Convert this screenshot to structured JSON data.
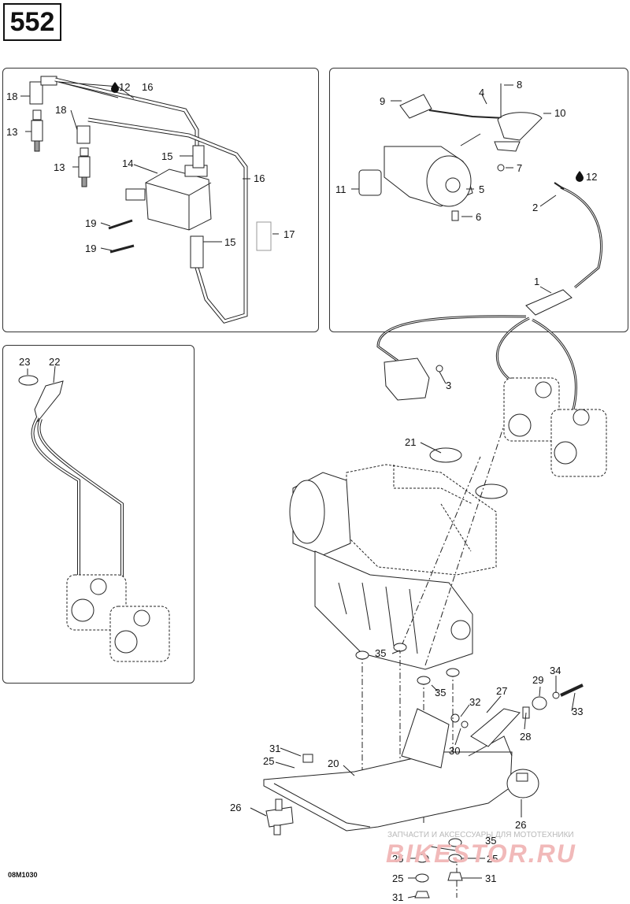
{
  "page": {
    "number": "552",
    "figure_code": "08M1030"
  },
  "watermark": {
    "line": "ЗАПЧАСТИ И АКСЕССУАРЫ ДЛЯ МОТОТЕХНИКИ",
    "logo": "BIKESTOR.RU"
  },
  "icons": {
    "lubricate": "oil-drop-icon"
  },
  "callouts": {
    "ignition": [
      {
        "label": "18"
      },
      {
        "label": "12"
      },
      {
        "label": "16"
      },
      {
        "label": "13"
      },
      {
        "label": "18"
      },
      {
        "label": "15"
      },
      {
        "label": "13"
      },
      {
        "label": "14"
      },
      {
        "label": "16"
      },
      {
        "label": "19"
      },
      {
        "label": "17"
      },
      {
        "label": "15"
      },
      {
        "label": "19"
      }
    ],
    "throttle": [
      {
        "label": "8"
      },
      {
        "label": "9"
      },
      {
        "label": "4"
      },
      {
        "label": "10"
      },
      {
        "label": "7"
      },
      {
        "label": "11"
      },
      {
        "label": "5"
      },
      {
        "label": "12"
      },
      {
        "label": "2"
      },
      {
        "label": "6"
      }
    ],
    "oil_pump": [
      {
        "label": "23"
      },
      {
        "label": "22"
      }
    ],
    "engine": [
      {
        "label": "1"
      },
      {
        "label": "3"
      },
      {
        "label": "21"
      },
      {
        "label": "35"
      },
      {
        "label": "35"
      },
      {
        "label": "29"
      },
      {
        "label": "34"
      },
      {
        "label": "27"
      },
      {
        "label": "32"
      },
      {
        "label": "33"
      },
      {
        "label": "28"
      },
      {
        "label": "30"
      },
      {
        "label": "31"
      },
      {
        "label": "25"
      },
      {
        "label": "20"
      },
      {
        "label": "26"
      },
      {
        "label": "26"
      },
      {
        "label": "35"
      },
      {
        "label": "25"
      },
      {
        "label": "25"
      },
      {
        "label": "25"
      },
      {
        "label": "31"
      },
      {
        "label": "31"
      }
    ]
  }
}
